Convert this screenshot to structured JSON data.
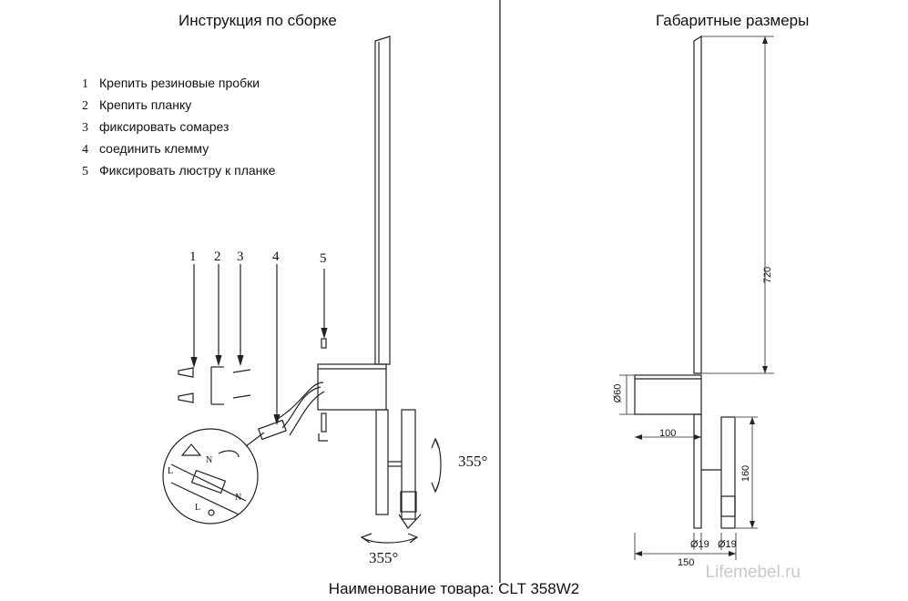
{
  "left_panel": {
    "heading": "Инструкция по сборке",
    "steps": [
      {
        "num": "1",
        "text": "Крепить резиновые пробки"
      },
      {
        "num": "2",
        "text": "Крепить планку"
      },
      {
        "num": "3",
        "text": "фиксировать сомарез"
      },
      {
        "num": "4",
        "text": "соединить клемму"
      },
      {
        "num": "5",
        "text": "Фиксировать люстру к планке"
      }
    ],
    "callouts": [
      "1",
      "2",
      "3",
      "4",
      "5"
    ],
    "rotation_vertical": "355°",
    "rotation_horizontal": "355°",
    "wire_labels": {
      "l1": "L",
      "n1": "N",
      "n2": "N",
      "l2": "L"
    }
  },
  "right_panel": {
    "heading": "Габаритные размеры",
    "dims": {
      "height": "720",
      "diameter": "Ø60",
      "depth": "100",
      "lower": "160",
      "d1": "Ø19",
      "d2": "Ø19",
      "width": "150"
    }
  },
  "footer": {
    "product_name": "Наименование товара: CLT 358W2"
  },
  "watermark": "Lifemebel.ru",
  "colors": {
    "line": "#222222",
    "text": "#111111",
    "watermark": "#c9c9c9"
  }
}
